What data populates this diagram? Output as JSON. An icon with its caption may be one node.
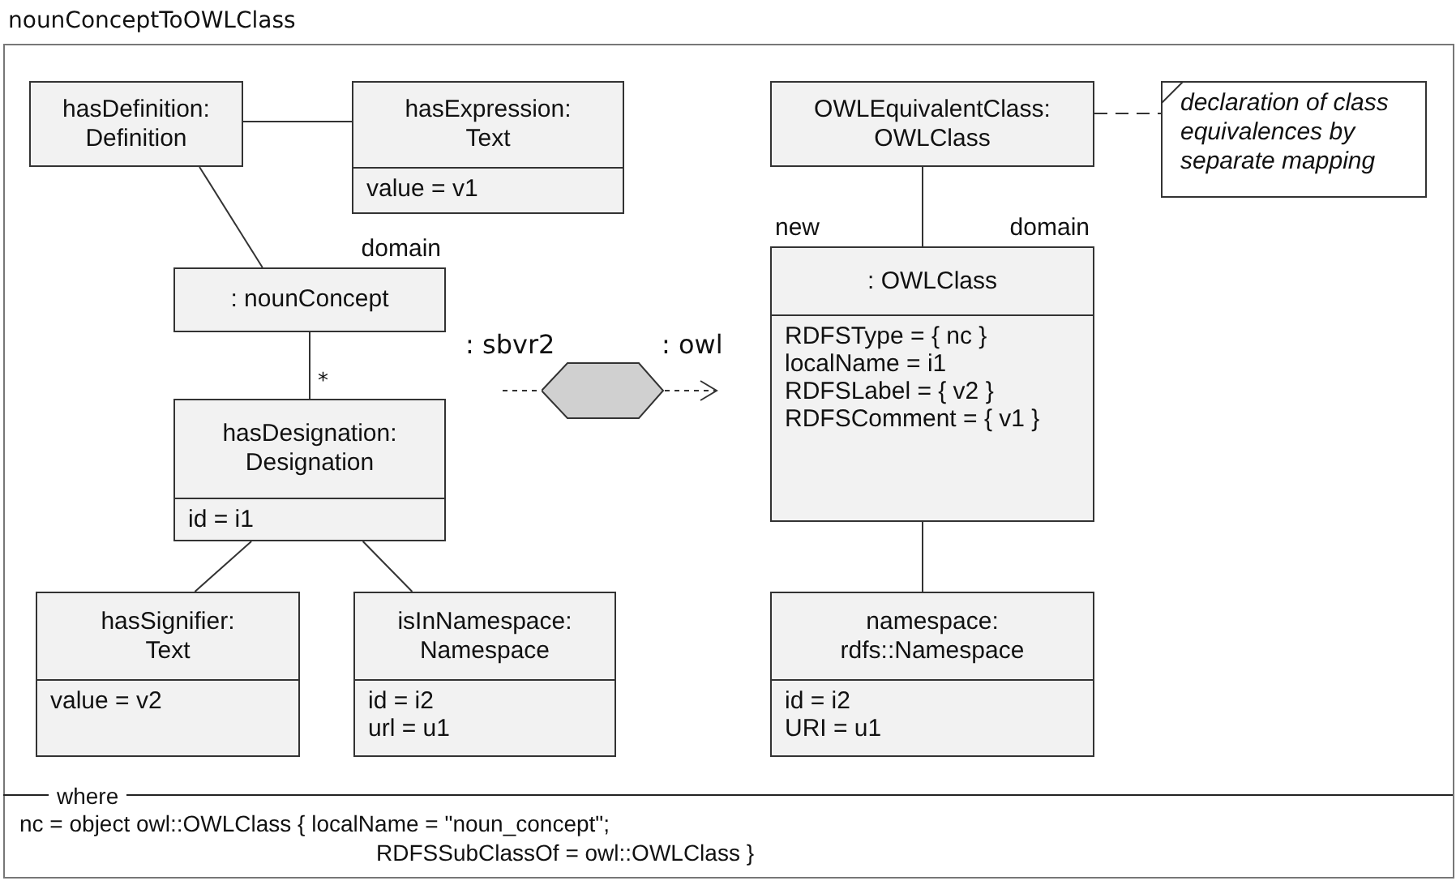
{
  "diagram": {
    "title": "nounConceptToOWLClass",
    "nodes": [
      {
        "text": [
          "hasDefinition: Definition"
        ]
      },
      {
        "text": [
          "hasExpression: Text",
          "value = v1"
        ]
      },
      {
        "text": [
          ": nounConcept"
        ],
        "beside": [
          "domain"
        ]
      },
      {
        "text": [],
        "shape": "hexagon"
      },
      {
        "text": [
          "OWLEquivalentClass: OWLClass"
        ]
      },
      {
        "text": [
          "declaration of class equivalences by separate mapping"
        ]
      },
      {
        "text": [
          ": OWLClass",
          "RDFSType = { nc }",
          "localName = i1",
          "RDFSLabel = { v2 }",
          "RDFSComment = { v1 }"
        ],
        "beside": [
          "new",
          "domain"
        ]
      },
      {
        "text": [
          "hasDesignation: Designation",
          "id = i1"
        ]
      },
      {
        "text": [
          "hasSignifier: Text",
          "value = v2"
        ]
      },
      {
        "text": [
          "isInNamespace: Namespace",
          "id = i2",
          "url = u1"
        ]
      },
      {
        "text": [
          "namespace: rdfs::Namespace",
          "id = i2",
          "URI = u1"
        ]
      }
    ],
    "edges": [
      {
        "from": 0,
        "to": 1,
        "arrow": "none"
      },
      {
        "from": 0,
        "to": 2,
        "arrow": "none"
      },
      {
        "from": 2,
        "to": 7,
        "arrow": "none",
        "label": "*"
      },
      {
        "from": null,
        "to": 3,
        "arrow": "none",
        "style": "dashed",
        "label": ": sbvr2"
      },
      {
        "from": 3,
        "to": null,
        "arrow": "to",
        "style": "dashed",
        "label": ": owl"
      },
      {
        "from": 4,
        "to": 5,
        "arrow": "none",
        "style": "dashed"
      },
      {
        "from": 4,
        "to": 6,
        "arrow": "none"
      },
      {
        "from": 7,
        "to": 8,
        "arrow": "none"
      },
      {
        "from": 7,
        "to": 9,
        "arrow": "none"
      },
      {
        "from": 6,
        "to": 10,
        "arrow": "none"
      }
    ],
    "labels": [
      "where",
      "nc = object owl::OWLClass { localName = \"noun_concept\";",
      "RDFSSubClassOf = owl::OWLClass }"
    ]
  }
}
